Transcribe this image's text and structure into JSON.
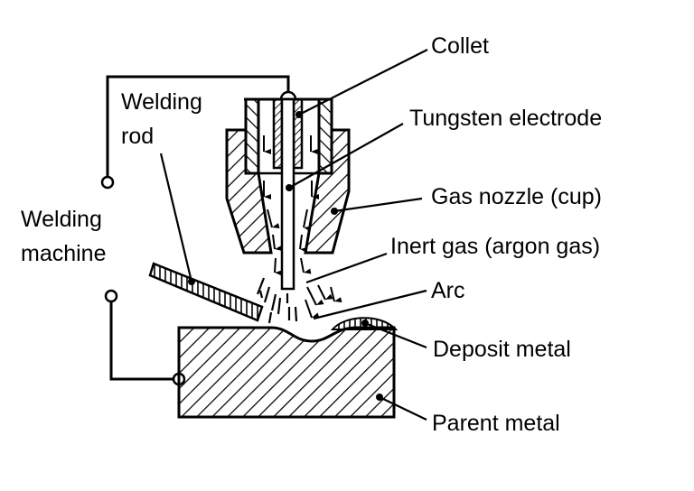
{
  "title": "TIG welding diagram",
  "colors": {
    "ink": "#000000",
    "background": "#ffffff"
  },
  "labels": {
    "collet": "Collet",
    "tungsten_electrode": "Tungsten electrode",
    "gas_nozzle": "Gas nozzle (cup)",
    "inert_gas": "Inert gas (argon gas)",
    "arc": "Arc",
    "deposit_metal": "Deposit metal",
    "parent_metal": "Parent metal",
    "welding_rod_line1": "Welding",
    "welding_rod_line2": "rod",
    "welding_machine_line1": "Welding",
    "welding_machine_line2": "machine"
  }
}
